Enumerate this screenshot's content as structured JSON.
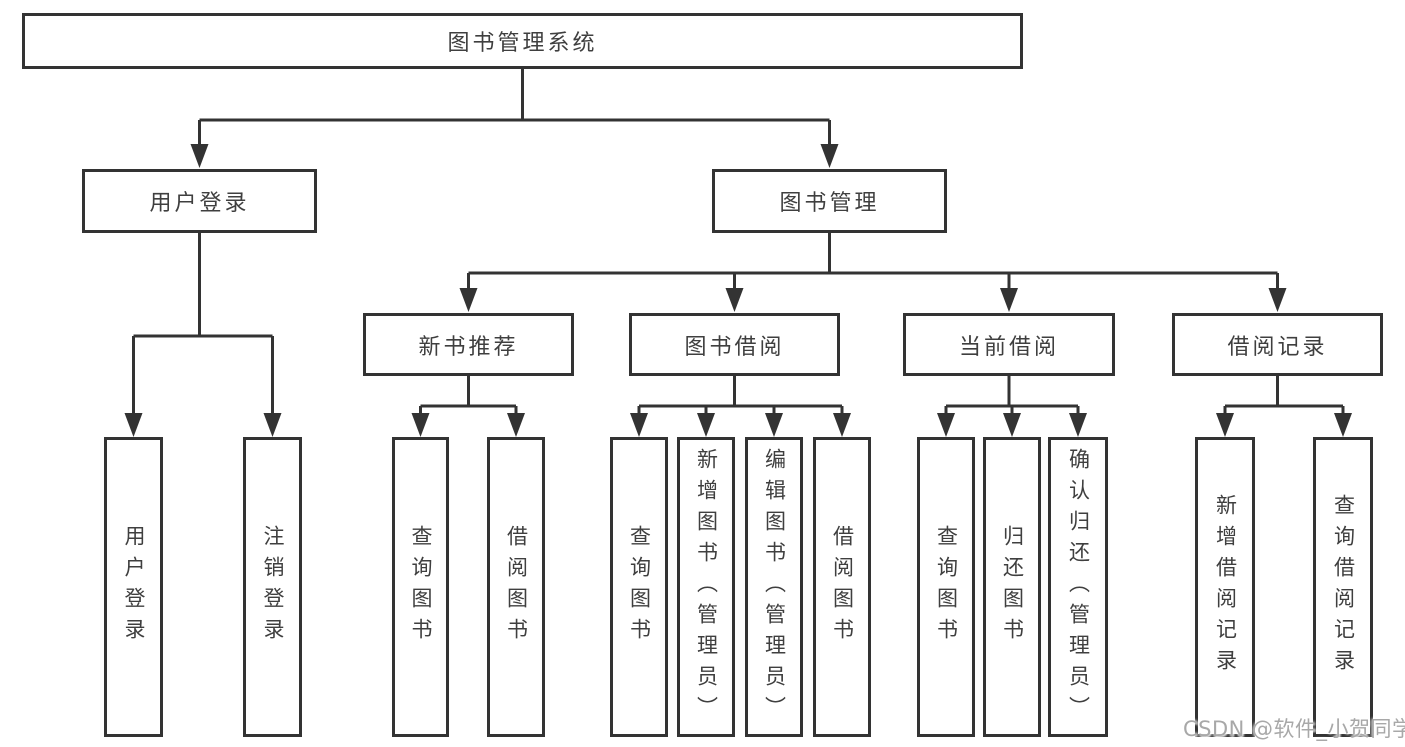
{
  "colors": {
    "line": "#333333",
    "box_border": "#333333",
    "text": "#3f3f3f",
    "watermark": "#a8a8a8",
    "background": "#ffffff"
  },
  "watermark": {
    "text": "CSDN @软件_小贺同学"
  },
  "diagram": {
    "root": {
      "label": "图书管理系统"
    },
    "branches": [
      {
        "label": "用户登录",
        "children": [
          "用户登录",
          "注销登录"
        ]
      },
      {
        "label": "图书管理",
        "groups": [
          {
            "label": "新书推荐",
            "children": [
              "查询图书",
              "借阅图书"
            ]
          },
          {
            "label": "图书借阅",
            "children": [
              "查询图书",
              "新增图书（管理员）",
              "编辑图书（管理员）",
              "借阅图书"
            ]
          },
          {
            "label": "当前借阅",
            "children": [
              "查询图书",
              "归还图书",
              "确认归还（管理员）"
            ]
          },
          {
            "label": "借阅记录",
            "children": [
              "新增借阅记录",
              "查询借阅记录"
            ]
          }
        ]
      }
    ]
  }
}
